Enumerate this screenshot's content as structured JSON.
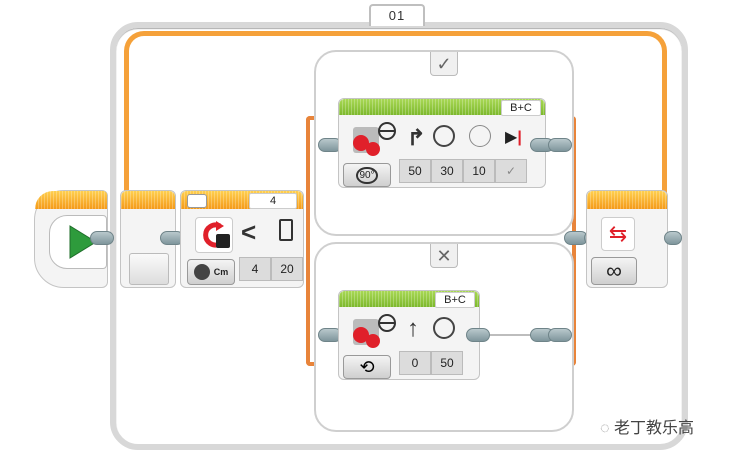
{
  "loop": {
    "name_label": "01",
    "mode_icon": "infinity-icon",
    "mode_symbol": "∞"
  },
  "start_block": {
    "icon": "play-icon"
  },
  "switch": {
    "sensor_value_label": "4",
    "mode_icon": "ultrasonic-sensor-icon",
    "mode_unit": "Cm",
    "compare_symbol": "<",
    "params": [
      "4",
      "20"
    ],
    "cases": [
      {
        "tab_symbol": "✓",
        "tab_icon": "check-icon"
      },
      {
        "tab_symbol": "✕",
        "tab_icon": "x-icon"
      }
    ]
  },
  "steer_block_true": {
    "ports": "B+C",
    "mode_icon": "rotate-degrees-icon",
    "mode_label": "90°",
    "params": [
      "50",
      "30",
      "10",
      "✓"
    ],
    "param_icons": [
      "steering-icon",
      "power-icon",
      "degrees-icon",
      "brake-icon"
    ]
  },
  "steer_block_false": {
    "ports": "B+C",
    "mode_icon": "on-mode-icon",
    "params": [
      "0",
      "50"
    ],
    "param_icons": [
      "steering-icon",
      "power-icon"
    ]
  },
  "watermark": {
    "text": "老丁教乐高"
  }
}
